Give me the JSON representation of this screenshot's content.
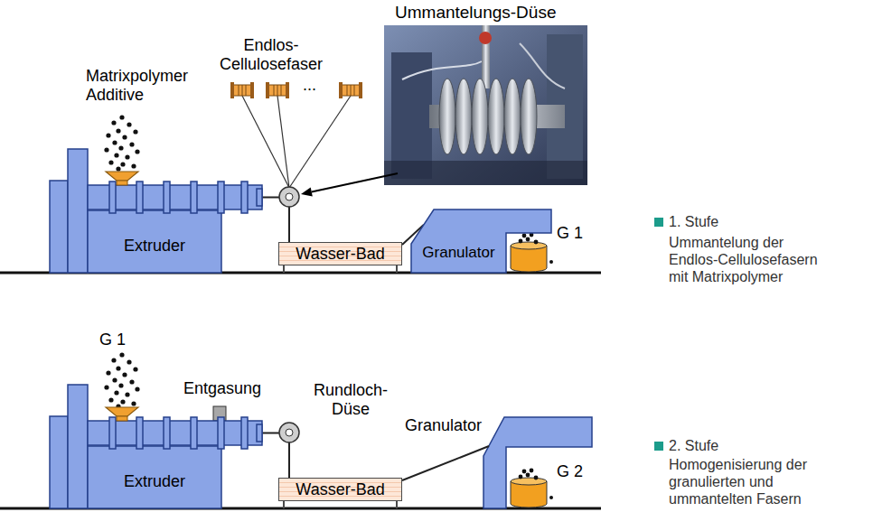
{
  "diagram": {
    "nodes": [
      {
        "text": [
          "Extruder"
        ]
      },
      {
        "text": [
          "Wasser-Bad"
        ]
      },
      {
        "text": [
          "Granulator"
        ]
      },
      {
        "text": [
          "Extruder"
        ]
      },
      {
        "text": [
          "Wasser-Bad"
        ]
      }
    ],
    "edges": [
      {
        "from": 0,
        "to": 1,
        "arrow": "none"
      },
      {
        "from": 1,
        "to": 2,
        "arrow": "none"
      },
      {
        "from": 3,
        "to": 4,
        "arrow": "none"
      }
    ],
    "labels": [
      "Matrixpolymer Additive",
      "Endlos- Cellulosefaser",
      "...",
      "Ummantelungs-Düse",
      "G 1",
      "1. Stufe",
      "Ummantelung der Endlos-Cellulosefasern mit Matrixpolymer",
      "G 1",
      "Entgasung",
      "Rundloch- Düse",
      "Granulator",
      "G 2",
      "2. Stufe",
      "Homogenisierung der granulierten und ummantelten Fasern"
    ]
  }
}
